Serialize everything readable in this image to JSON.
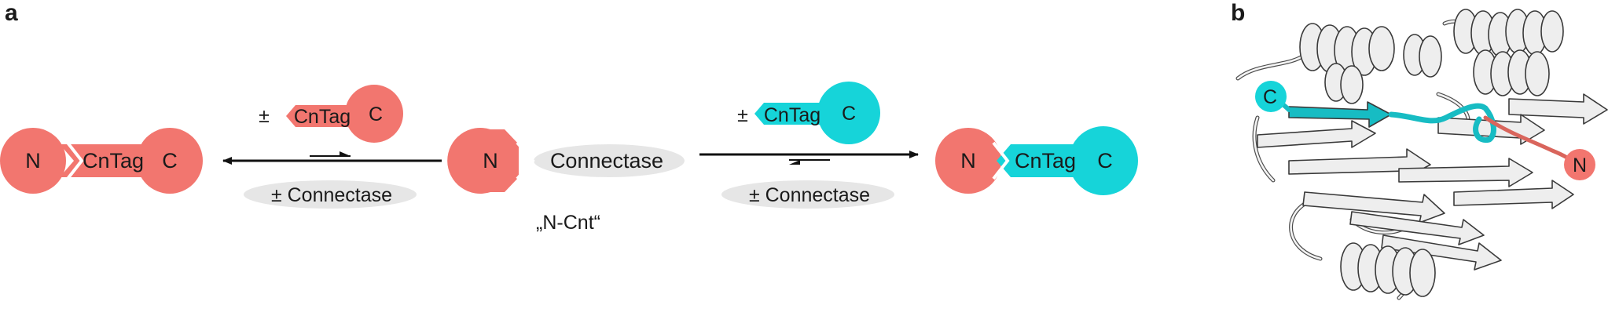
{
  "panel_a": {
    "label": "a",
    "left_product": {
      "n": "N",
      "tag": "CnTag",
      "c": "C"
    },
    "left_reagent": {
      "pm": "±",
      "tag": "CnTag",
      "c": "C"
    },
    "left_condition": "± Connectase",
    "center": {
      "n": "N",
      "enzyme": "Connectase",
      "caption": "„N-Cnt“"
    },
    "right_reagent": {
      "pm": "±",
      "tag": "CnTag",
      "c": "C"
    },
    "right_condition": "± Connectase",
    "right_product": {
      "n": "N",
      "tag": "CnTag",
      "c": "C"
    }
  },
  "panel_b": {
    "label": "b",
    "c_marker": "C",
    "n_marker": "N"
  },
  "colors": {
    "salmon": "#f2766f",
    "cyan": "#16d4d9",
    "grey_ellipse": "#e6e6e6",
    "arrow": "#111111",
    "cartoon_fill": "#eeeeee",
    "cartoon_stroke": "#3a3a3a",
    "cyan_strand": "#17bcc3",
    "red_loop": "#d9655c"
  }
}
